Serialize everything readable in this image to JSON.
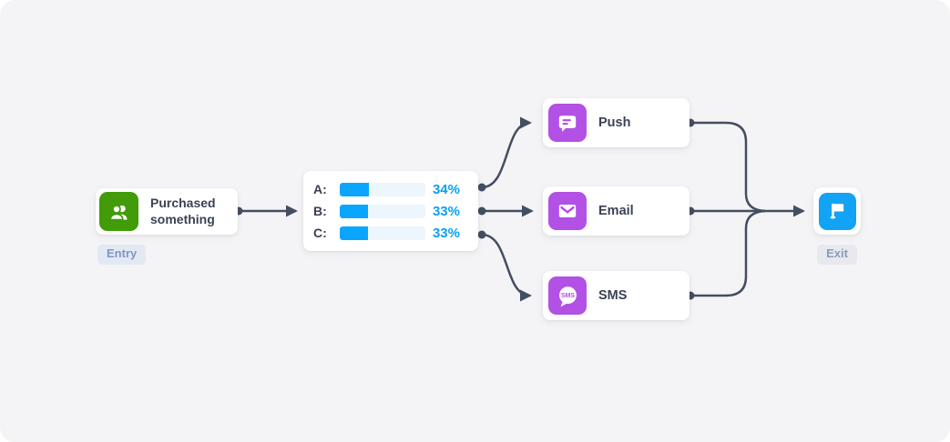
{
  "canvas": {
    "background": "#F4F4F6",
    "connector_color": "#444E62"
  },
  "entry_node": {
    "label": "Purchased something",
    "badge": "Entry",
    "icon": "users-icon",
    "icon_color": "#429B08"
  },
  "split_node": {
    "rows": [
      {
        "label": "A:",
        "percent": 34,
        "percent_label": "34%"
      },
      {
        "label": "B:",
        "percent": 33,
        "percent_label": "33%"
      },
      {
        "label": "C:",
        "percent": 33,
        "percent_label": "33%"
      }
    ],
    "bar_fill_color": "#0AA5FF",
    "bar_track_color": "#EDF5FD",
    "percent_text_color": "#0AA1F2"
  },
  "channels": [
    {
      "label": "Push",
      "icon": "push-notification-icon",
      "icon_color": "#B350E5"
    },
    {
      "label": "Email",
      "icon": "email-icon",
      "icon_color": "#B350E5"
    },
    {
      "label": "SMS",
      "icon": "sms-icon",
      "icon_color": "#B350E5",
      "icon_text": "SMS"
    }
  ],
  "exit_node": {
    "badge": "Exit",
    "icon": "flag-icon",
    "icon_color": "#12A3F4"
  }
}
